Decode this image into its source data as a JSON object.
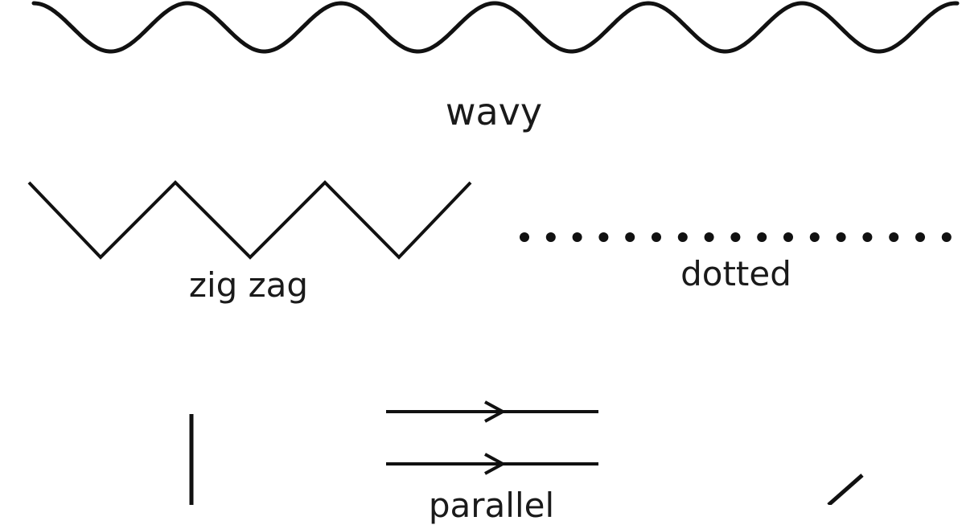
{
  "lines": {
    "wavy": {
      "label": "wavy"
    },
    "zigzag": {
      "label": "zig zag"
    },
    "dotted": {
      "label": "dotted"
    },
    "parallel": {
      "label": "parallel"
    }
  },
  "colors": {
    "stroke": "#111111",
    "background": "#ffffff"
  }
}
